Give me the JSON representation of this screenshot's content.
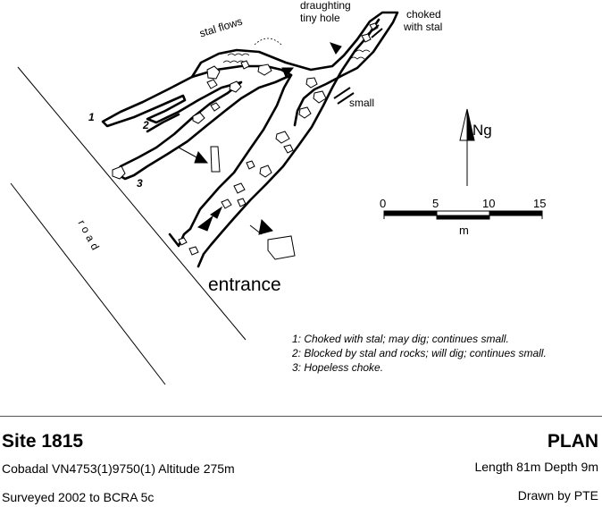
{
  "survey": {
    "labels": {
      "draughting": "draughting",
      "tiny_hole": "tiny hole",
      "choked": "choked",
      "with_stal": "with stal",
      "stal_flows": "stal flows",
      "small": "small",
      "entrance": "entrance",
      "road": "road",
      "north": "Ng",
      "lead_1": "1",
      "lead_2": "2",
      "lead_3": "3"
    },
    "scale": {
      "ticks": [
        "0",
        "5",
        "10",
        "15"
      ],
      "unit": "m"
    },
    "notes": [
      "1: Choked with stal; may dig; continues small.",
      "2: Blocked by stal and rocks; will dig; continues small.",
      "3: Hopeless choke."
    ]
  },
  "footer": {
    "site": "Site 1815",
    "plan": "PLAN",
    "location": "Cobadal  VN4753(1)9750(1)  Altitude 275m",
    "dimensions": "Length 81m  Depth 9m",
    "survey_info": "Surveyed 2002  to BCRA 5c",
    "drawn_by": "Drawn by PTE"
  }
}
